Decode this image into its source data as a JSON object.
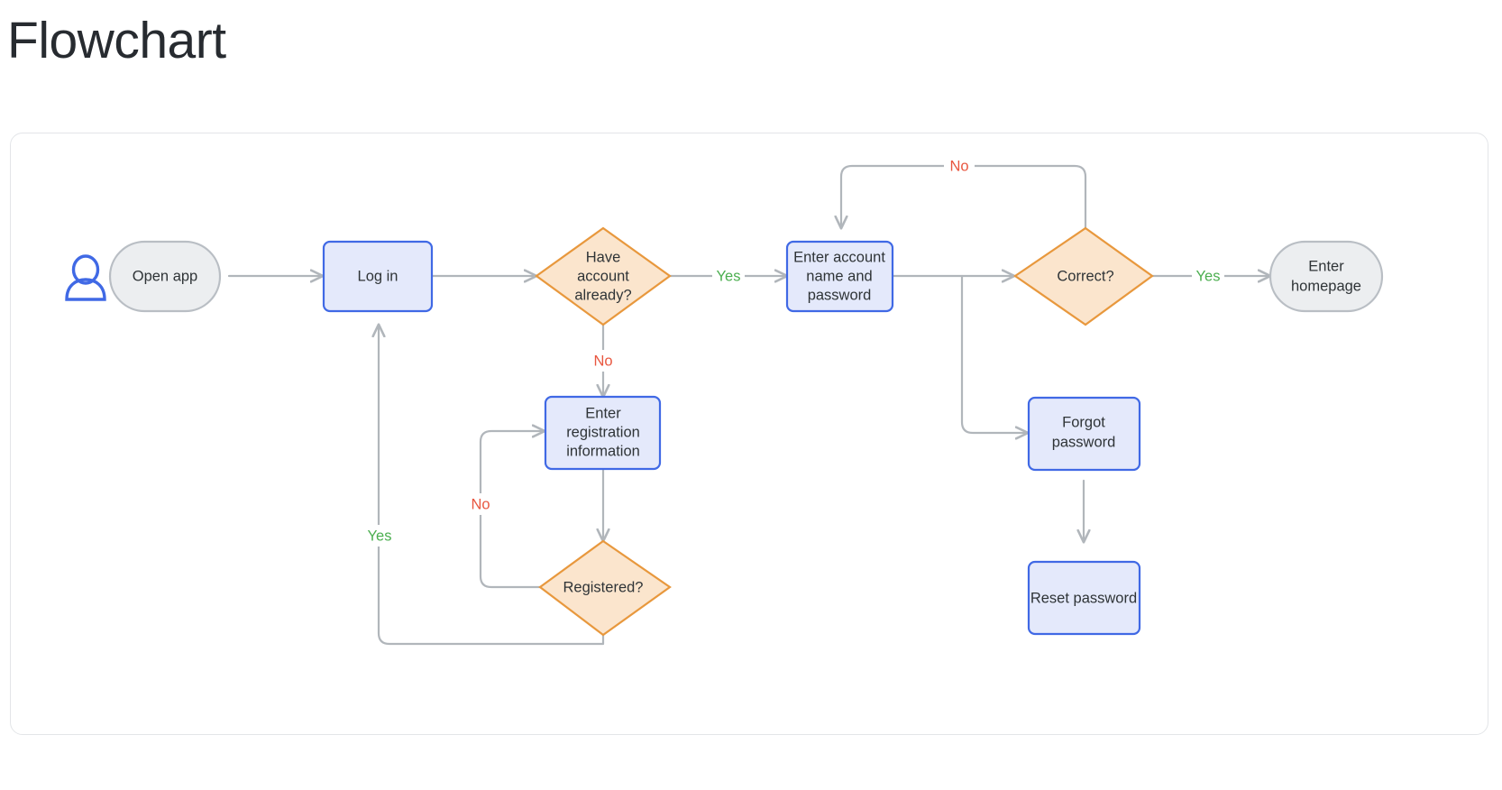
{
  "page": {
    "title": "Flowchart",
    "background_color": "#ffffff",
    "title_color": "#272b30"
  },
  "card": {
    "border_color": "#e3e5e8",
    "background_color": "#ffffff"
  },
  "palette": {
    "process_fill": "#e4e9fb",
    "process_stroke": "#4069e5",
    "decision_fill": "#fbe5cd",
    "decision_stroke": "#e8983d",
    "terminal_fill": "#eceef0",
    "terminal_stroke": "#b9bec4",
    "connector": "#b1b6bb",
    "yes_label": "#4caf50",
    "no_label": "#e8563f",
    "actor_icon": "#4069e5"
  },
  "chart_data": {
    "type": "diagram",
    "title": "Flowchart",
    "nodes": [
      {
        "id": "actor",
        "shape": "actor",
        "label": ""
      },
      {
        "id": "open_app",
        "shape": "terminal",
        "label": "Open app",
        "lines": [
          "Open app"
        ]
      },
      {
        "id": "log_in",
        "shape": "process",
        "label": "Log in",
        "lines": [
          "Log in"
        ]
      },
      {
        "id": "have_account",
        "shape": "decision",
        "label": "Have account already?",
        "lines": [
          "Have",
          "account",
          "already?"
        ]
      },
      {
        "id": "enter_creds",
        "shape": "process",
        "label": "Enter account name and password",
        "lines": [
          "Enter account",
          "name and",
          "password"
        ]
      },
      {
        "id": "correct",
        "shape": "decision",
        "label": "Correct?",
        "lines": [
          "Correct?"
        ]
      },
      {
        "id": "homepage",
        "shape": "terminal",
        "label": "Enter homepage",
        "lines": [
          "Enter",
          "homepage"
        ]
      },
      {
        "id": "enter_reg",
        "shape": "process",
        "label": "Enter registration information",
        "lines": [
          "Enter",
          "registration",
          "information"
        ]
      },
      {
        "id": "registered",
        "shape": "decision",
        "label": "Registered?",
        "lines": [
          "Registered?"
        ]
      },
      {
        "id": "forgot_pw",
        "shape": "process",
        "label": "Forgot password",
        "lines": [
          "Forgot",
          "password"
        ]
      },
      {
        "id": "reset_pw",
        "shape": "process",
        "label": "Reset password",
        "lines": [
          "Reset password"
        ]
      }
    ],
    "edges": [
      {
        "from": "open_app",
        "to": "log_in",
        "label": ""
      },
      {
        "from": "log_in",
        "to": "have_account",
        "label": ""
      },
      {
        "from": "have_account",
        "to": "enter_creds",
        "label": "Yes"
      },
      {
        "from": "have_account",
        "to": "enter_reg",
        "label": "No"
      },
      {
        "from": "enter_creds",
        "to": "correct",
        "label": ""
      },
      {
        "from": "enter_creds",
        "to": "forgot_pw",
        "label": ""
      },
      {
        "from": "correct",
        "to": "homepage",
        "label": "Yes"
      },
      {
        "from": "correct",
        "to": "enter_creds",
        "label": "No"
      },
      {
        "from": "enter_reg",
        "to": "registered",
        "label": ""
      },
      {
        "from": "registered",
        "to": "enter_reg",
        "label": "No"
      },
      {
        "from": "registered",
        "to": "log_in",
        "label": "Yes"
      },
      {
        "from": "forgot_pw",
        "to": "reset_pw",
        "label": ""
      }
    ],
    "edge_labels": {
      "have_account_yes": "Yes",
      "have_account_no": "No",
      "correct_yes": "Yes",
      "correct_no": "No",
      "registered_no": "No",
      "registered_yes": "Yes"
    }
  }
}
